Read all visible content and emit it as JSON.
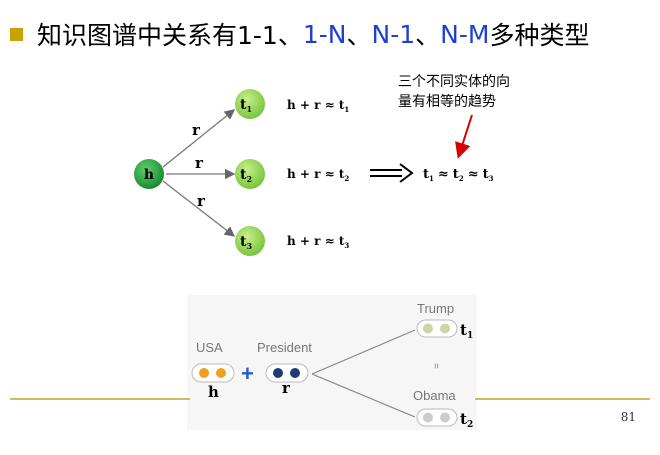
{
  "slide": {
    "title_parts": [
      "知识图谱中关系有1-1、",
      "1-N",
      "、",
      "N-1",
      "、",
      "N-M",
      "多种类型"
    ],
    "page_number": "81"
  },
  "top_diagram": {
    "head_node": "h",
    "relation_label": "r",
    "tail_nodes": [
      {
        "base": "t",
        "sub": "1"
      },
      {
        "base": "t",
        "sub": "2"
      },
      {
        "base": "t",
        "sub": "3"
      }
    ],
    "equations": [
      {
        "prefix": "h + r ≈ t",
        "sub": "1"
      },
      {
        "prefix": "h + r ≈ t",
        "sub": "2"
      },
      {
        "prefix": "h + r ≈ t",
        "sub": "3"
      }
    ],
    "annotation_lines": [
      "三个不同实体的向",
      "量有相等的趋势"
    ],
    "result": {
      "t": "t",
      "s1": "1",
      "approx": "≈",
      "s2": "2",
      "s3": "3"
    }
  },
  "bottom_diagram": {
    "usa_label": "USA",
    "president_label": "President",
    "plus": "+",
    "h_label": "h",
    "r_label": "r",
    "trump_label": "Trump",
    "obama_label": "Obama",
    "equals_symbol": "=",
    "t1": {
      "base": "t",
      "sub": "1"
    },
    "t2": {
      "base": "t",
      "sub": "2"
    }
  },
  "colors": {
    "bullet": "#c8a200",
    "blue_text": "#1f3fd1",
    "head_node": "#1e9b3a",
    "tail_node": "#8fd147",
    "arrow_red": "#d60000",
    "gold_line": "#c9a227",
    "orange_dot": "#f0a020",
    "navy_dot": "#1f3a7a"
  },
  "icons": [
    "double-arrow-icon",
    "red-arrow-icon"
  ]
}
